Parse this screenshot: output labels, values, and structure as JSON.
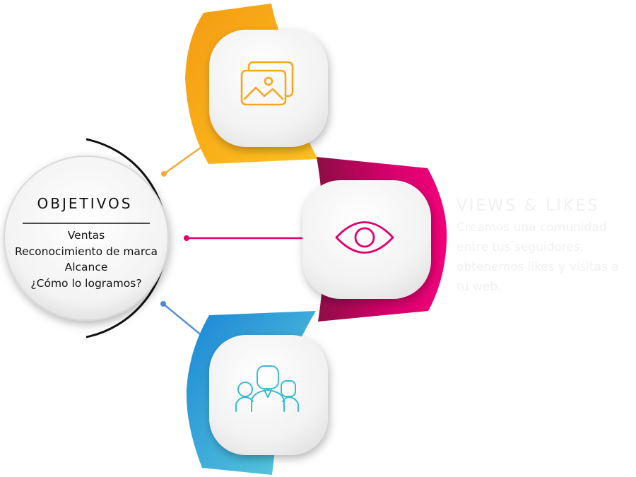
{
  "center": {
    "title": "OBJETIVOS",
    "items": [
      "Ventas",
      "Reconocimiento de marca",
      "Alcance",
      "¿Cómo lo logramos?"
    ]
  },
  "nodes": [
    {
      "id": "images",
      "icon": "images-icon",
      "color": "#fdb515"
    },
    {
      "id": "views",
      "icon": "eye-icon",
      "color": "#e2006f"
    },
    {
      "id": "audience",
      "icon": "people-icon",
      "color": "#2a9ed8"
    }
  ],
  "side_text": {
    "title": "VIEWS & LIKES",
    "description": "Creamos una comunidad entre tus seguidores, obtenemos likes y visitas a tu web."
  }
}
